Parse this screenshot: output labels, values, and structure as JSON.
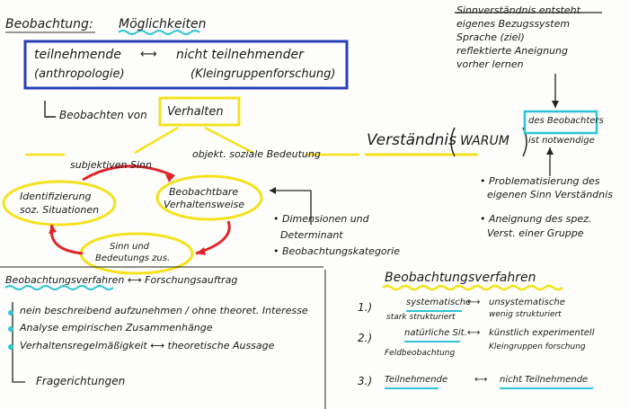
{
  "header": {
    "title": "Beobachtung:",
    "subtitle": "Möglichkeiten"
  },
  "box_top": {
    "left_main": "teilnehmende",
    "right_main": "nicht teilnehmender",
    "left_sub": "(anthropologie)",
    "right_sub": "(Kleingruppenforschung)"
  },
  "observe": {
    "lead": "Beobachten von",
    "boxed": "Verhalten"
  },
  "meaning": {
    "subjective": "subjektiven Sinn",
    "objective": "objekt. soziale Bedeutung"
  },
  "cycle": {
    "identify": [
      "Identifizierung",
      "soz. Situationen"
    ],
    "observable": [
      "Beobachtbare",
      "Verhaltensweise"
    ],
    "sense": [
      "Sinn und",
      "Bedeutungs zus."
    ]
  },
  "dimensions": {
    "items": [
      "Dimensionen und",
      "Determinant",
      "Beobachtungskategorie"
    ]
  },
  "understanding": {
    "word": "Verständnis",
    "warum": "WARUM",
    "right_top": "des Beobachters",
    "right_bottom": "ist notwendige"
  },
  "top_right": {
    "lines": [
      "Sinnverständnis entsteht",
      "eigenes Bezugssystem",
      "Sprache (ziel)",
      "reflektierte Aneignung",
      "vorher lernen"
    ]
  },
  "mid_right": {
    "bullets": [
      [
        "Problematisierung des",
        "eigenen Sinn Verständnis"
      ],
      [
        "Aneignung des spez.",
        "Verst. einer Gruppe"
      ]
    ]
  },
  "research": {
    "title": "Beobachtungsverfahren ⟷ Forschungsauftrag",
    "items": [
      "nein beschreibend aufzunehmen / ohne theoret. Interesse",
      "Analyse empirischen Zusammenhänge",
      "Verhaltensregelmäßigkeit ⟷ theoretische Aussage"
    ],
    "footer": "Fragerichtungen"
  },
  "methods": {
    "title": "Beobachtungsverfahren",
    "rows": [
      {
        "num": "1.)",
        "a": "systematische",
        "b": "unsystematische",
        "a2": "stark strukturiert",
        "b2": "wenig strukturiert"
      },
      {
        "num": "2.)",
        "a": "natürliche Sit.",
        "b": "künstlich experimentell",
        "a2": "Feldbeobachtung",
        "b2": "Kleingruppen forschung"
      },
      {
        "num": "3.)",
        "a": "Teilnehmende",
        "b": "nicht Teilnehmende",
        "a2": "",
        "b2": ""
      }
    ]
  },
  "colors": {
    "blue": "#2a3fb8",
    "yellow": "#f4e21c",
    "teal": "#2ec4d6",
    "red": "#e0262a"
  }
}
